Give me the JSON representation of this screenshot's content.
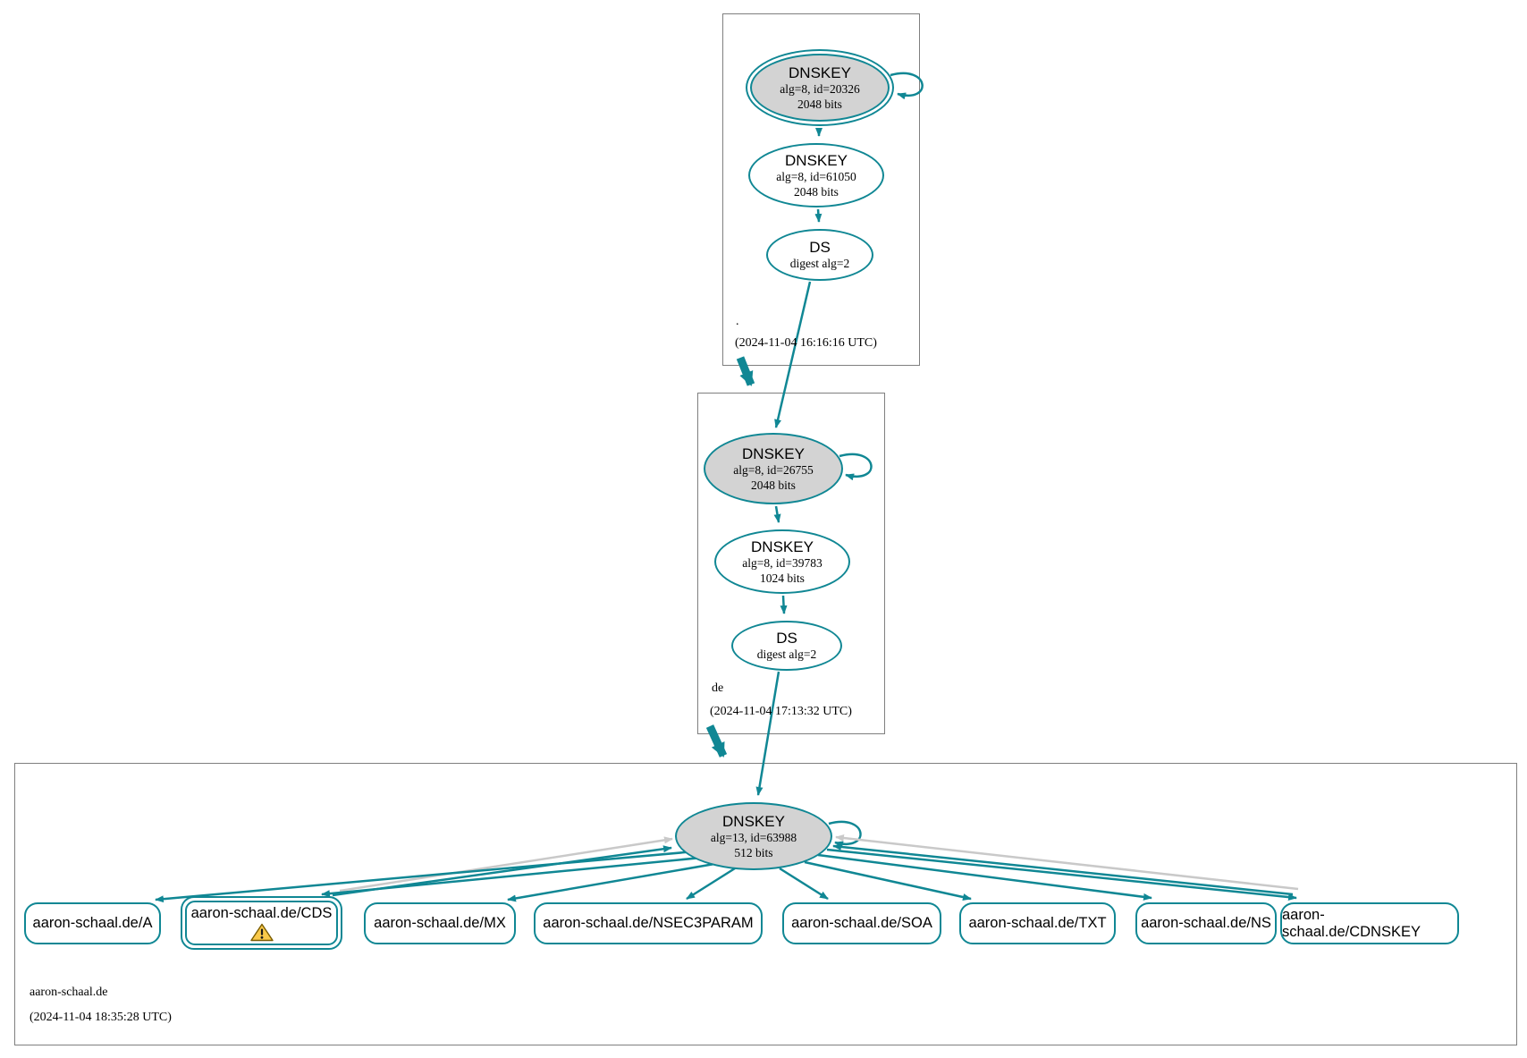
{
  "diagram_type": "DNSSEC authentication chain graph",
  "colors": {
    "secure_teal": "#108794",
    "node_gray_fill": "#d3d3d3",
    "gray_edge": "#c9c9c9",
    "zone_border": "#7f7f7f",
    "warning_yellow": "#f9c94a"
  },
  "zones": [
    {
      "label": ".",
      "timestamp": "(2024-11-04 16:16:16 UTC)",
      "nodes": {
        "ksk": {
          "type": "DNSKEY",
          "detail": "alg=8, id=20326",
          "size": "2048 bits"
        },
        "zsk": {
          "type": "DNSKEY",
          "detail": "alg=8, id=61050",
          "size": "2048 bits"
        },
        "ds": {
          "type": "DS",
          "detail": "digest alg=2"
        }
      }
    },
    {
      "label": "de",
      "timestamp": "(2024-11-04 17:13:32 UTC)",
      "nodes": {
        "ksk": {
          "type": "DNSKEY",
          "detail": "alg=8, id=26755",
          "size": "2048 bits"
        },
        "zsk": {
          "type": "DNSKEY",
          "detail": "alg=8, id=39783",
          "size": "1024 bits"
        },
        "ds": {
          "type": "DS",
          "detail": "digest alg=2"
        }
      }
    },
    {
      "label": "aaron-schaal.de",
      "timestamp": "(2024-11-04 18:35:28 UTC)",
      "nodes": {
        "ksk": {
          "type": "DNSKEY",
          "detail": "alg=13, id=63988",
          "size": "512 bits"
        }
      },
      "records": [
        {
          "label": "aaron-schaal.de/A"
        },
        {
          "label": "aaron-schaal.de/CDS",
          "warning": "true"
        },
        {
          "label": "aaron-schaal.de/MX"
        },
        {
          "label": "aaron-schaal.de/NSEC3PARAM"
        },
        {
          "label": "aaron-schaal.de/SOA"
        },
        {
          "label": "aaron-schaal.de/TXT"
        },
        {
          "label": "aaron-schaal.de/NS"
        },
        {
          "label": "aaron-schaal.de/CDNSKEY"
        }
      ]
    }
  ]
}
